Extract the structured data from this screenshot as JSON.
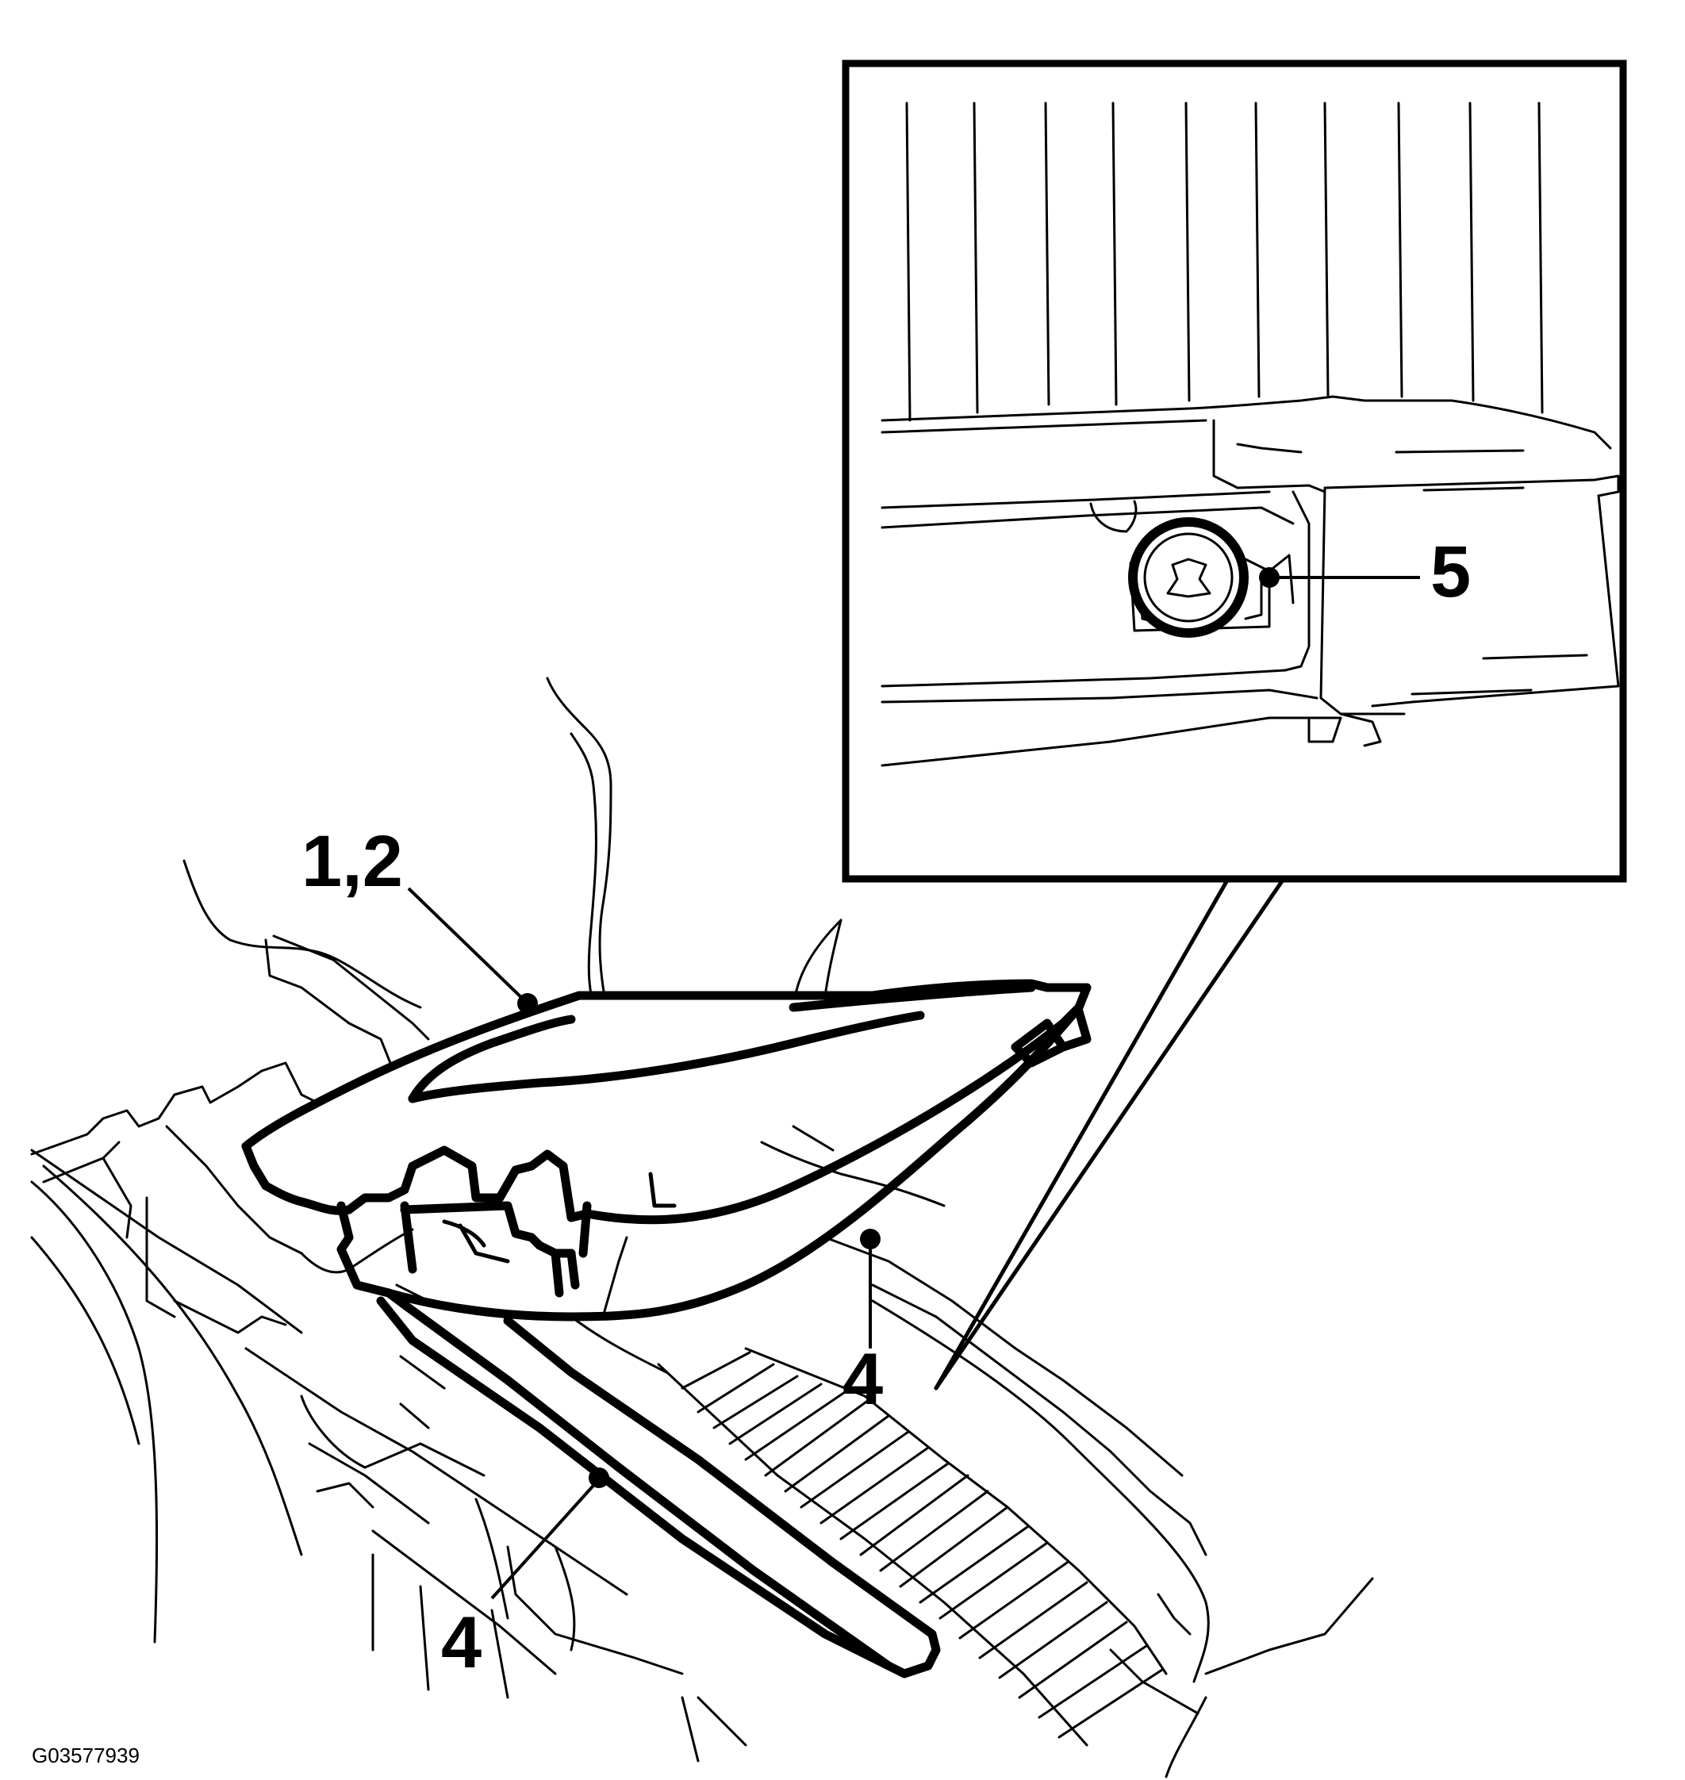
{
  "figure": {
    "reference_code": "G03577939",
    "colors": {
      "line": "#000000",
      "background": "#ffffff"
    }
  },
  "callouts": [
    {
      "id": "callout-1-2",
      "label": "1,2"
    },
    {
      "id": "callout-4-upper",
      "label": "4"
    },
    {
      "id": "callout-4-lower",
      "label": "4"
    },
    {
      "id": "callout-5",
      "label": "5"
    }
  ]
}
